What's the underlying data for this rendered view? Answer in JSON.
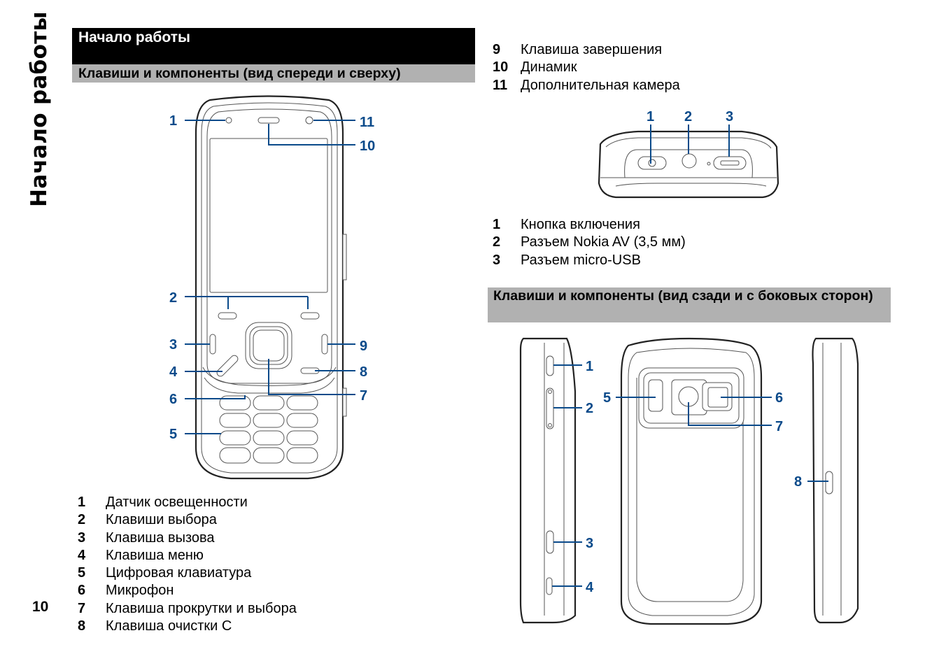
{
  "side_title": "Начало работы",
  "page_number": "10",
  "section_title": "Начало работы",
  "front_top": {
    "heading": "Клавиши и компоненты (вид спереди и сверху)",
    "front_callouts": [
      "1",
      "2",
      "3",
      "4",
      "5",
      "6",
      "7",
      "8",
      "9",
      "10",
      "11"
    ],
    "front_items": [
      {
        "num": "1",
        "label": "Датчик освещенности"
      },
      {
        "num": "2",
        "label": "Клавиши выбора"
      },
      {
        "num": "3",
        "label": "Клавиша вызова"
      },
      {
        "num": "4",
        "label": "Клавиша меню"
      },
      {
        "num": "5",
        "label": "Цифровая клавиатура"
      },
      {
        "num": "6",
        "label": "Микрофон"
      },
      {
        "num": "7",
        "label": "Клавиша прокрутки и выбора"
      },
      {
        "num": "8",
        "label": "Клавиша очистки С"
      },
      {
        "num": "9",
        "label": "Клавиша завершения"
      },
      {
        "num": "10",
        "label": "Динамик"
      },
      {
        "num": "11",
        "label": "Дополнительная камера"
      }
    ],
    "top_callouts": [
      "1",
      "2",
      "3"
    ],
    "top_items": [
      {
        "num": "1",
        "label": "Кнопка включения"
      },
      {
        "num": "2",
        "label": "Разъем Nokia AV (3,5 мм)"
      },
      {
        "num": "3",
        "label": "Разъем micro-USB"
      }
    ]
  },
  "back_sides": {
    "heading": "Клавиши и компоненты (вид сзади и с боковых сторон)",
    "callouts": [
      "1",
      "2",
      "3",
      "4",
      "5",
      "6",
      "7",
      "8"
    ]
  },
  "colors": {
    "callout": "#0a4a8a",
    "header_bg": "#000000",
    "subheader_bg": "#b1b1b1"
  }
}
